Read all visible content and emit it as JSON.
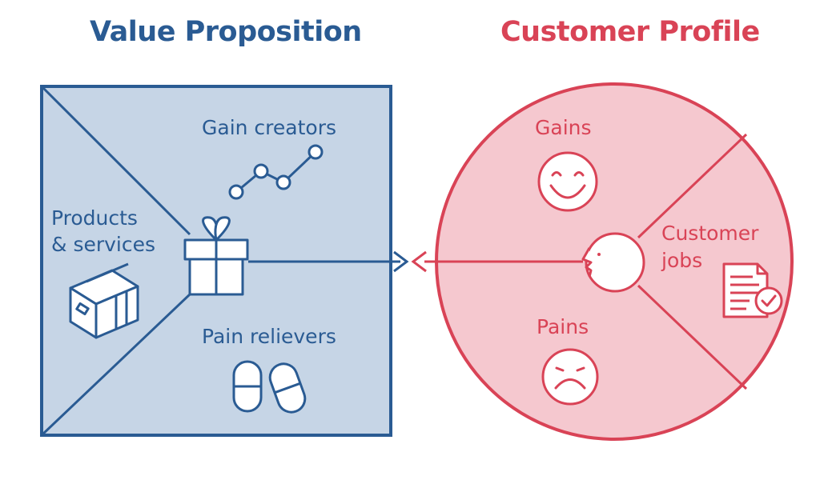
{
  "titles": {
    "value_proposition": "Value Proposition",
    "customer_profile": "Customer Profile"
  },
  "value_map": {
    "gain_creators": "Gain creators",
    "products_line1": "Products",
    "products_line2": "& services",
    "pain_relievers": "Pain relievers"
  },
  "customer_profile": {
    "gains": "Gains",
    "customer_jobs_line1": "Customer",
    "customer_jobs_line2": "jobs",
    "pains": "Pains"
  },
  "colors": {
    "blue": "#2a5b93",
    "blue_fill": "#c6d5e6",
    "red": "#d94356",
    "red_fill": "#f5c8cf"
  },
  "icons": [
    "gift-icon",
    "trend-line-icon",
    "box-icon",
    "pills-icon",
    "smiley-icon",
    "frown-icon",
    "face-profile-icon",
    "document-check-icon",
    "arrow-icon"
  ]
}
